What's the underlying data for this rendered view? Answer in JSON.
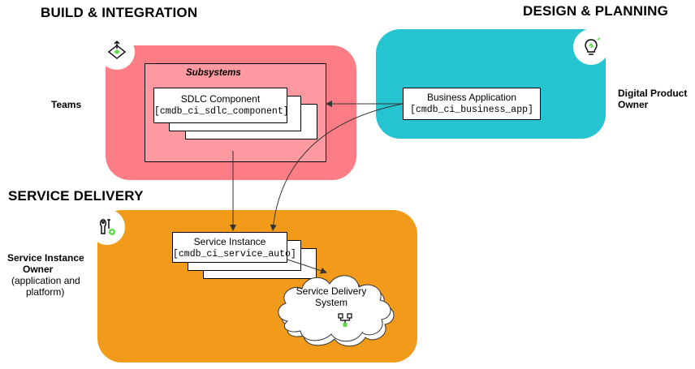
{
  "headings": {
    "build": "BUILD & INTEGRATION",
    "design": "DESIGN & PLANNING",
    "service": "SERVICE DELIVERY"
  },
  "roles": {
    "teams": "Teams",
    "digital_owner_line1": "Digital Product",
    "digital_owner_line2": "Owner",
    "service_owner_line1": "Service Instance",
    "service_owner_line2": "Owner",
    "service_owner_sub1": "(application and",
    "service_owner_sub2": "platform)"
  },
  "build_panel": {
    "subsystems_label": "Subsystems",
    "sdlc_title": "SDLC Component",
    "sdlc_code": "[cmdb_ci_sdlc_component]"
  },
  "design_panel": {
    "app_title": "Business Application",
    "app_code": "[cmdb_ci_business_app]"
  },
  "service_panel": {
    "instance_title": "Service Instance",
    "instance_code": "[cmdb_ci_service_auto]",
    "cloud_line1": "Service Delivery",
    "cloud_line2": "System"
  },
  "icons": {
    "build": "build-integration-icon",
    "design": "lightbulb-icon",
    "service": "wrench-gear-icon",
    "cloud": "network-hierarchy-icon"
  },
  "colors": {
    "build_panel": "#fd7d87",
    "build_inner": "#fe98a1",
    "design_panel": "#26c3d1",
    "service_panel": "#f29b1b",
    "icon_green": "#62d84e"
  }
}
